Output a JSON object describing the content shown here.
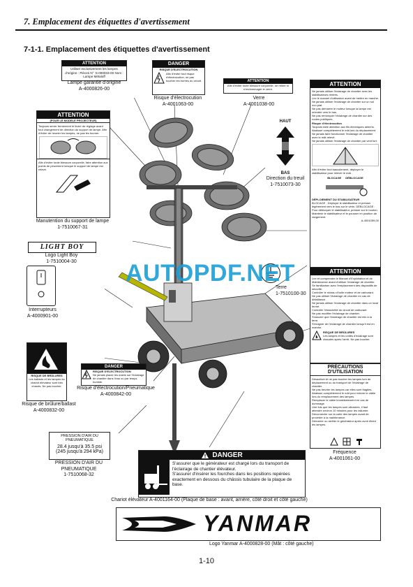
{
  "header": {
    "chapter_title": "7. Emplacement des étiquettes d'avertissement",
    "section_title": "7-1-1. Emplacement des étiquettes d'avertissement"
  },
  "labels": {
    "lamp_guarantee": {
      "bar": "ATTENTION",
      "text": "Utiliser exclusivement les lampes d'origine : Pièces N° :5-000033-00 Nom : Lampe Métaloff",
      "caption": "Lampe garantie d'origine\nA-4000826-00"
    },
    "electrocution_top": {
      "bar": "DANGER",
      "subtitle": "RISQUE D'ELECTROCUTION",
      "text": "Afin d'éviter tout risque d'électrocution, ne pas toucher les bornes du circuit.",
      "caption": "Risque d'électrocution\nA-4001063-00"
    },
    "glass": {
      "bar": "ATTENTION",
      "text": "Afin d'éviter toute blessure corporelle, ne retirer ni n'endommager le verre.",
      "caption": "Verre\nA-4001038-00"
    },
    "projector": {
      "bar": "ATTENTION",
      "subtitle": "(POUR LE MODELE PROJECTEUR)",
      "text": "Toujours serrer fermement le levier de réglage avant tout changement de direction du support de lampe. Afin d'éviter de heurter les lampes, ne pas les tourner.",
      "text2": "Afin d'éviter toute blessure corporelle, faire attention aux points de pincement lorsque le support de lampe est relevé.",
      "caption": "Manutention du support de lampe\n1-7510067-31"
    },
    "winch": {
      "up": "HAUT",
      "down": "BAS",
      "caption": "Direction du treuil\n1-7510073-30"
    },
    "logo_light_boy": {
      "text": "LIGHT BOY",
      "caption": "Logo Light Boy\n1-7510004-30"
    },
    "switches": {
      "caption": "Interrupteurs\nA-4000901-00"
    },
    "ground": {
      "caption": "Terre\n1-7510100-30"
    },
    "burn": {
      "subtitle": "RISQUE DE BRÛLURES",
      "text": "Les ballasts et les lampes du chariot élévateur sont très chauds. Ne pas toucher.",
      "caption": "Risque de brûlure/ballast\nA-4000832-00"
    },
    "electrocution_pneu": {
      "bar": "DANGER",
      "subtitle": "RISQUE D'ELECTROCUTION",
      "text": "Ne jamais placer les mains sur l'éclairage de chantier dans l'eau ou par temps humide.",
      "caption": "Risque d'électrocution/Pneumatique\nA-4000842-00"
    },
    "tire_pressure": {
      "title": "PRESSION D'AIR DU PNEUMATIQUE",
      "line1": "28.4 jusqu'à 35.5 psi",
      "line2": "(245 jusqu'à 294 kPa)",
      "caption": "PRESSION D'AIR DU PNEUMATIQUE\n1-7510068-32"
    },
    "forklift_danger": {
      "bar": "DANGER",
      "bullet1": "S'assurer que le générateur est chargé lors du transport de l'éclairage de chantier élévateur.",
      "bullet2": "S'assurer d'insérer les fourches dans les positions repérées exactement en dessous du châssis tubulaire de la plaque de base.",
      "caption": "Chariot élévateur  A-4001164-00 (Plaque de base : avant, arrière, côté droit et côté gauche)"
    },
    "right_attention_top": {
      "bar": "ATTENTION",
      "lines": [
        "Ne jamais utiliser l'éclairage de chantier avec les stabilisateurs rentrés.",
        "Lire le manuel d'utilisation avant de mettre en marche.",
        "Ne jamais utiliser l'éclairage de chantier sur un sol non plat.",
        "Ne pas démarrer le moteur lorsque la lampe est orientée vers le bas.",
        "Ne pas remorquer l'éclairage de chantier sur des routes publiques.",
        "Risque d'électrocution",
        "Toujours faire attention aux fils électriques aériens.",
        "Abaisser complètement le mât lors du déplacement.",
        "Ne jamais faire fonctionner l'éclairage de chantier avec le mât relevé.",
        "Ne jamais utiliser l'éclairage de chantier par vent fort."
      ],
      "stabilizer_note": "Afin d'éviter tout basculement, déployer le stabilisateur pour relever le mât.",
      "lock": "BLOCAGE",
      "unlock": "DÉBLOCAGE",
      "deploy": "DÉPLOIEMENT DU STABILISATEUR",
      "lock_note": "BLOCAGE : Déployer le stabilisateur et presser légèrement vers le bas sur le vérin. DÉBLOCAGE : Pour débloquer le stabilisateur, presser sur le bouton. Maintenir le stabilisateur et le pousser en position de rangement.",
      "code": "A-4001059-00"
    },
    "right_attention_bottom": {
      "bar": "ATTENTION",
      "lines": [
        "Lire et comprendre le Manuel d'Exploitation et de Maintenance avant d'utiliser l'éclairage de chantier.",
        "Se familiariser avec l'emplacement des dispositifs de sécurité.",
        "Contrôler le niveau d'huile moteur et de carburant.",
        "Ne pas utiliser l'éclairage de chantier en cas de défaillance.",
        "Ne jamais utiliser l'éclairage de chantier dans un local fermé.",
        "Contrôler l'étanchéité du circuit de carburant.",
        "Ne pas modifier l'éclairage de chantier.",
        "S'assurer que l'éclairage de chantier est mis à la terre.",
        "S'éloigner de l'éclairage de chantier lorsqu'il est en marche."
      ],
      "burn_title": "RISQUE DE BRÛLURES",
      "burn_text": "Les lampes et les unités d'éclairage sont chaudes après l'arrêt. Ne pas toucher."
    },
    "precautions": {
      "title": "PRÉCAUTIONS\nD'UTILISATION",
      "lines": [
        "Désactiver et ne pas toucher les lampes lors du déplacement ou du transport de l'éclairage de chantier.",
        "Ne pas heurter les lampes car elles sont fragiles.",
        "Abaisser complètement le mât pour relever le câble lors du remplacement des lampes.",
        "Remplacer le câble immédiatement en cas de dommage.",
        "Une fois que les lampes sont allumées, il faut attendre environ 10 minutes pour les rallumer.",
        "Déconnecter sur la carte des lampes avant de procéder à la maintenance.",
        "Démarrer ou arrêter le générateur après avoir éteint les lampes."
      ],
      "caption": "Fréquence\nA-4001061-00"
    },
    "yanmar": {
      "text": "YANMAR",
      "caption": "Logo Yanmar  A-4000828-00  (Mât : côté gauche)"
    }
  },
  "watermark": "AUTOPDF.NET",
  "page_number": "1-10"
}
